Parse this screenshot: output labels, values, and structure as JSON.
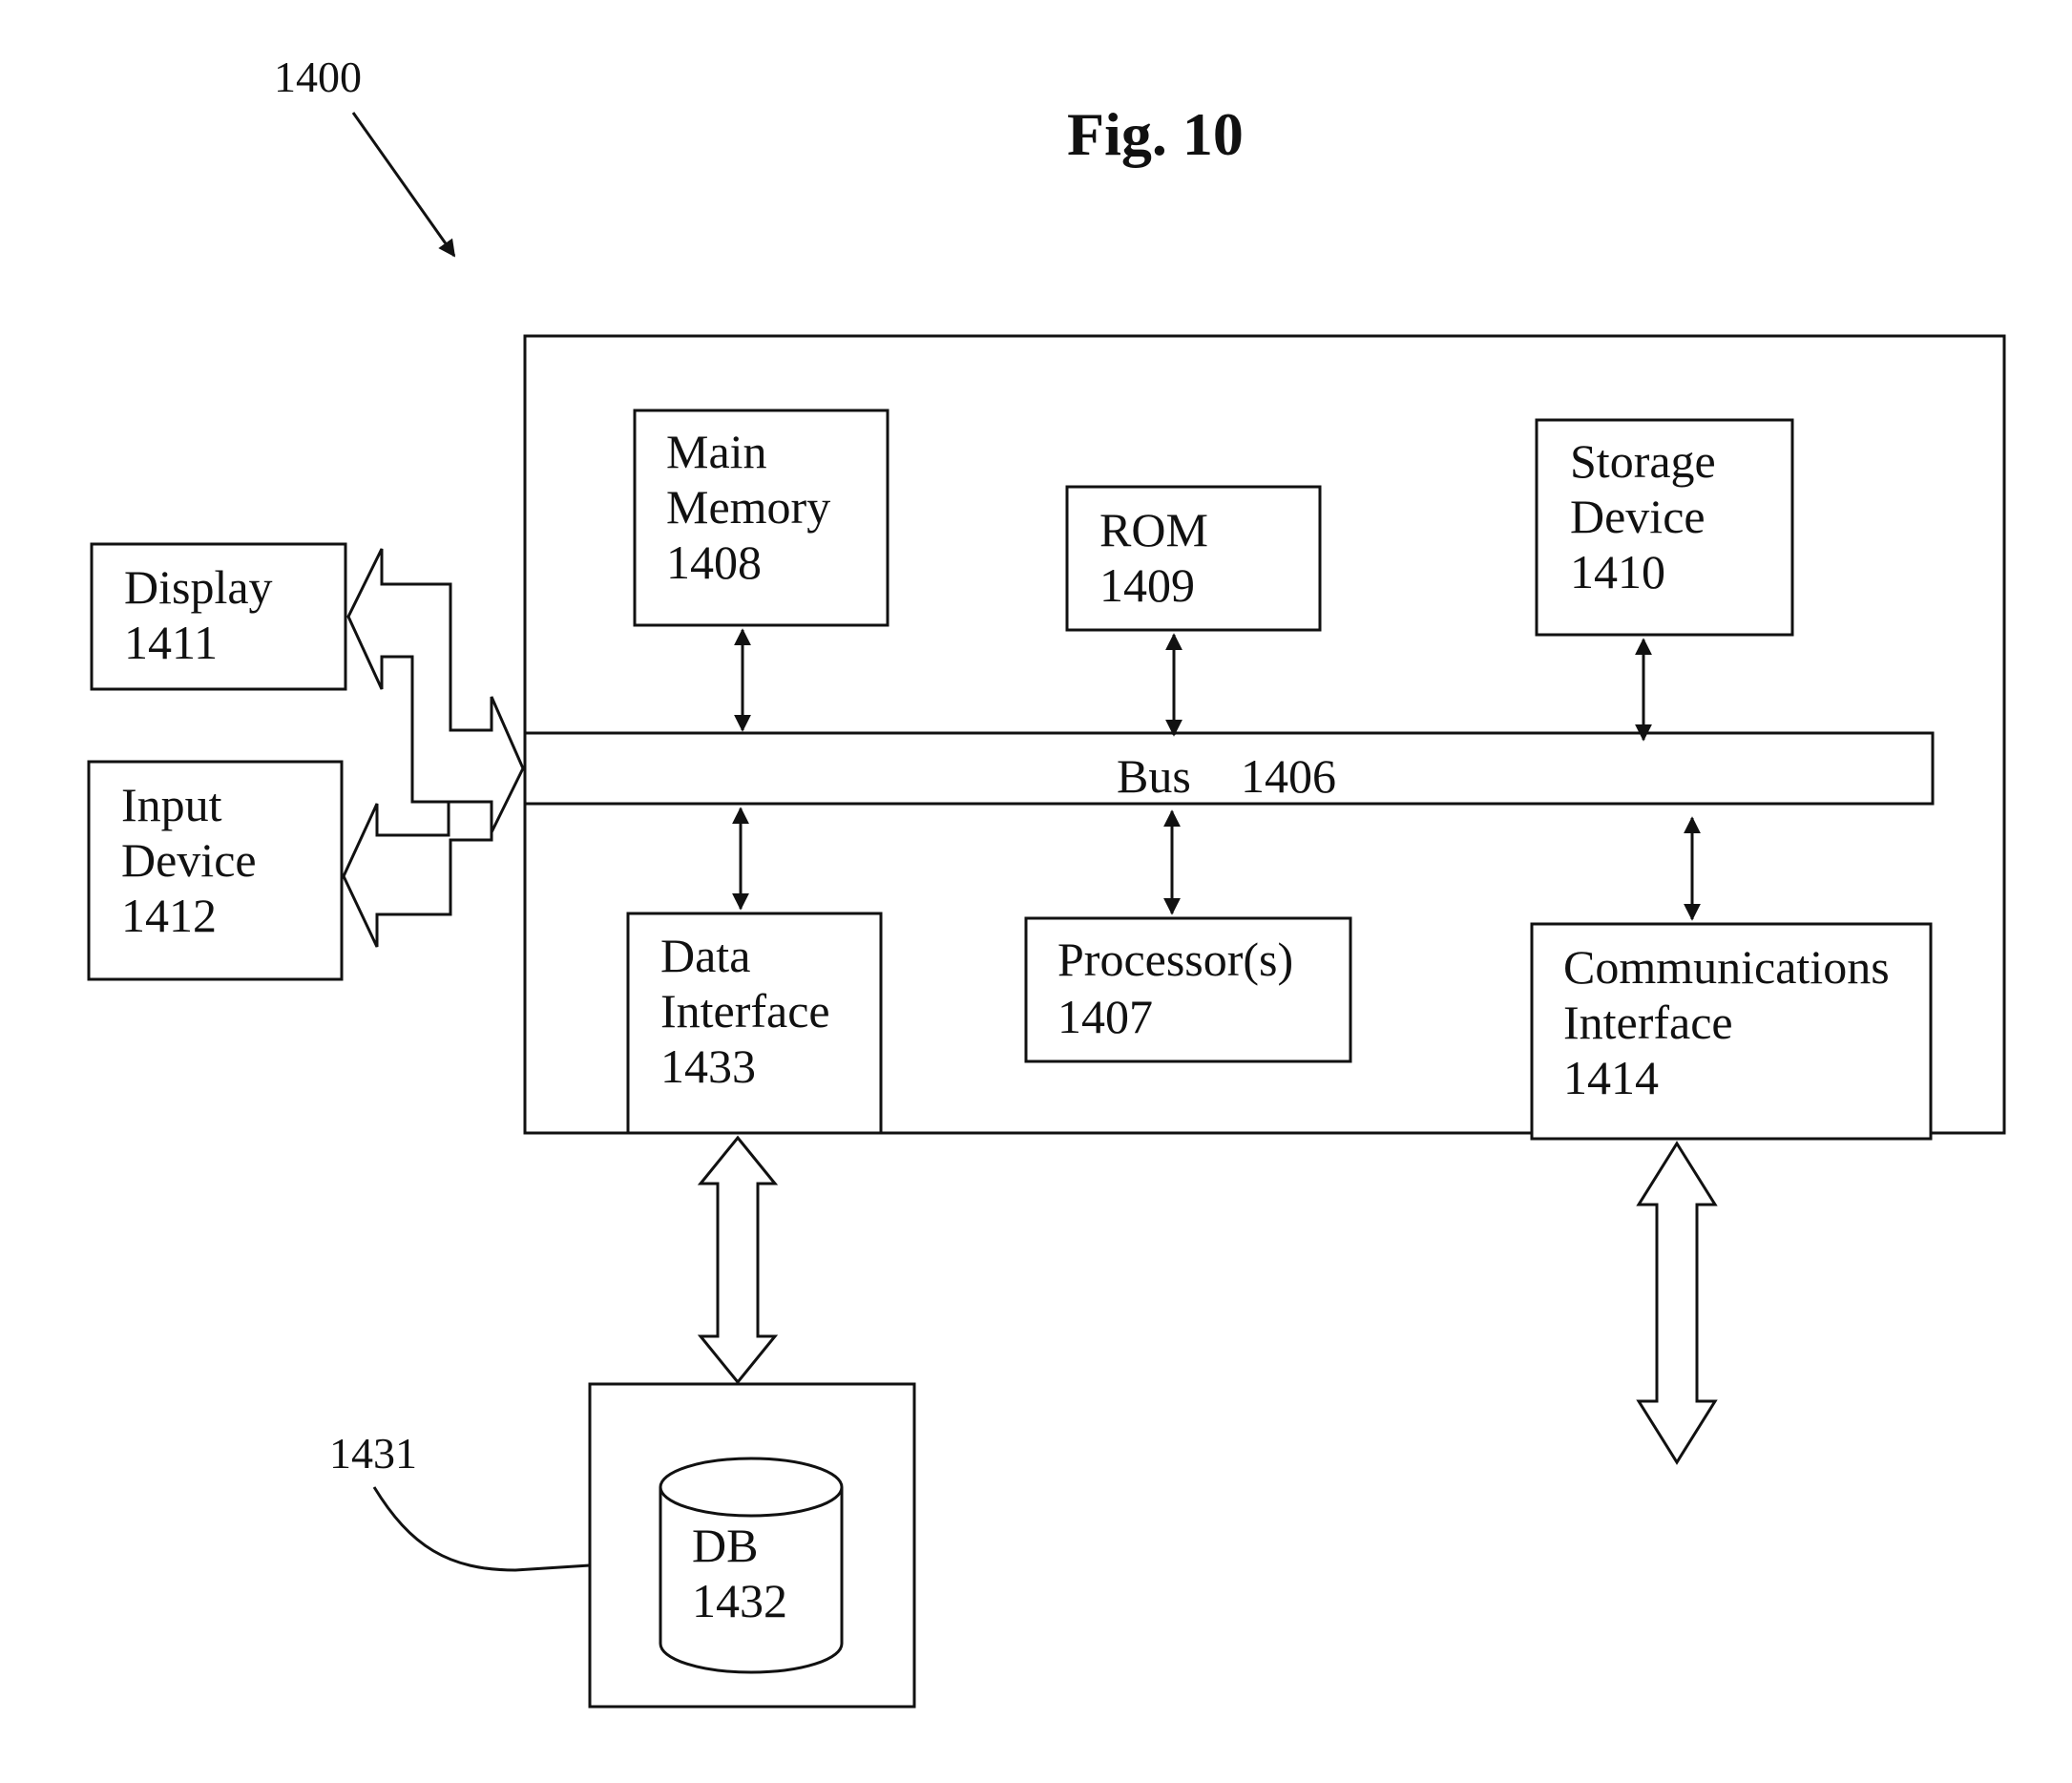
{
  "figure": {
    "title": "Fig. 10",
    "system_ref": "1400",
    "db_box_ref": "1431"
  },
  "components": {
    "main_memory": {
      "line1": "Main",
      "line2": "Memory",
      "line3": "1408"
    },
    "rom": {
      "line1": "ROM",
      "line2": "1409"
    },
    "storage_device": {
      "line1": "Storage",
      "line2": "Device",
      "line3": "1410"
    },
    "bus": {
      "label": "Bus",
      "ref": "1406"
    },
    "data_interface": {
      "line1": "Data",
      "line2": "Interface",
      "line3": "1433"
    },
    "processor": {
      "line1": "Processor(s)",
      "line2": "1407"
    },
    "communications_interface": {
      "line1": "Communications",
      "line2": "Interface",
      "line3": "1414"
    },
    "display": {
      "line1": "Display",
      "line2": "1411"
    },
    "input_device": {
      "line1": "Input",
      "line2": "Device",
      "line3": "1412"
    },
    "db": {
      "line1": "DB",
      "line2": "1432"
    }
  }
}
